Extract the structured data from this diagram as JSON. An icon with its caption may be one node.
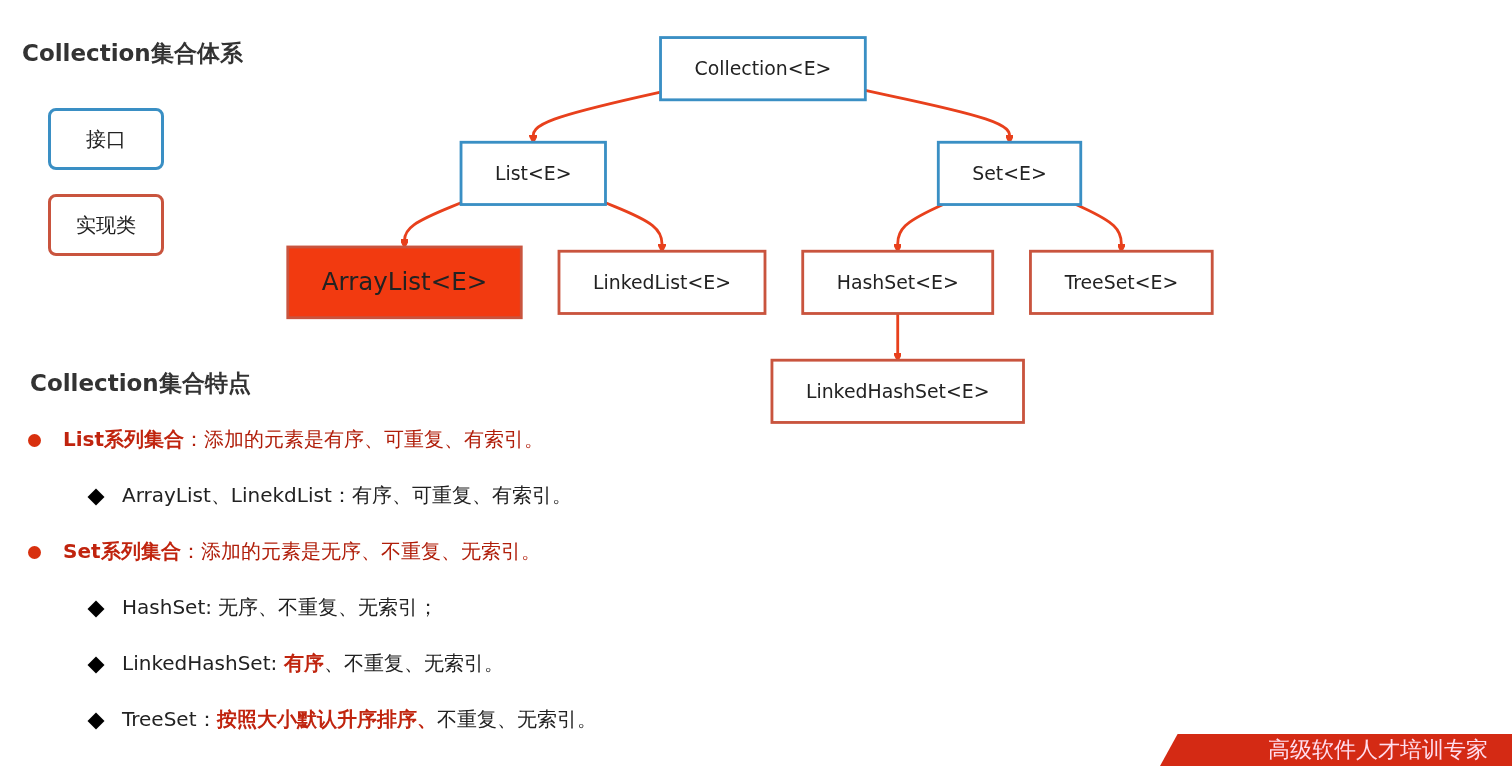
{
  "diagram": {
    "title": "Collection集合体系",
    "nodes": [
      {
        "text": [
          "Collection<E>"
        ]
      },
      {
        "text": [
          "List<E>"
        ]
      },
      {
        "text": [
          "Set<E>"
        ]
      },
      {
        "text": [
          "ArrayList<E>"
        ]
      },
      {
        "text": [
          "LinkedList<E>"
        ]
      },
      {
        "text": [
          "HashSet<E>"
        ]
      },
      {
        "text": [
          "TreeSet<E>"
        ]
      },
      {
        "text": [
          "LinkedHashSet<E>"
        ]
      }
    ],
    "edges": [
      {
        "from": 0,
        "to": 1,
        "arrow": "to"
      },
      {
        "from": 0,
        "to": 2,
        "arrow": "to"
      },
      {
        "from": 1,
        "to": 3,
        "arrow": "to"
      },
      {
        "from": 1,
        "to": 4,
        "arrow": "to"
      },
      {
        "from": 2,
        "to": 5,
        "arrow": "to"
      },
      {
        "from": 2,
        "to": 6,
        "arrow": "to"
      },
      {
        "from": 5,
        "to": 7,
        "arrow": "to"
      }
    ],
    "labels": [
      "Collection集合特点",
      "**List系列集合**：添加的元素是有序、可重复、有索引。",
      "ArrayList、LinekdList：有序、可重复、有索引。",
      "**Set系列集合**：添加的元素是无序、不重复、无索引。",
      "HashSet: 无序、不重复、无索引；",
      "LinkedHashSet: **有序**、不重复、无索引。",
      "TreeSet：**按照大小默认升序排序、**不重复、无索引。",
      "高级软件人才培训专家"
    ],
    "legend": [
      {
        "text": "接口"
      },
      {
        "text": "实现类"
      }
    ]
  }
}
